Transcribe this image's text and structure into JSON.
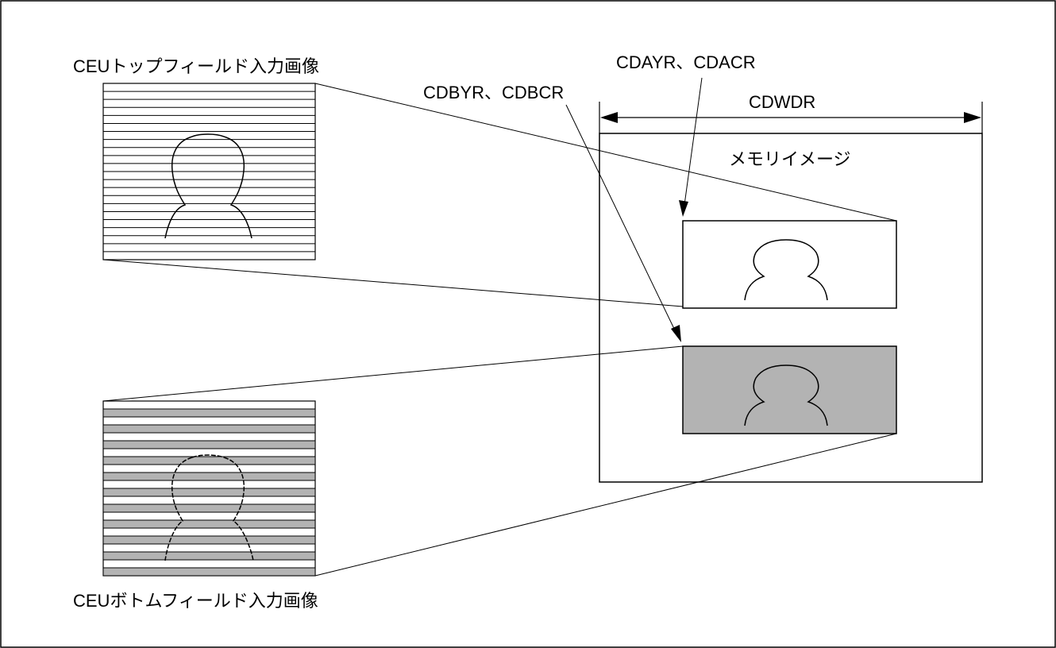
{
  "labels": {
    "top_field_title": "CEUトップフィールド入力画像",
    "bottom_field_title": "CEUボトムフィールド入力画像",
    "cdayr_cdacr": "CDAYR、CDACR",
    "cdbyr_cdbcr": "CDBYR、CDBCR",
    "cdwdr": "CDWDR",
    "memory_image": "メモリイメージ"
  },
  "colors": {
    "line": "#000000",
    "shaded_fill": "#b3b3b3",
    "background": "#ffffff"
  }
}
